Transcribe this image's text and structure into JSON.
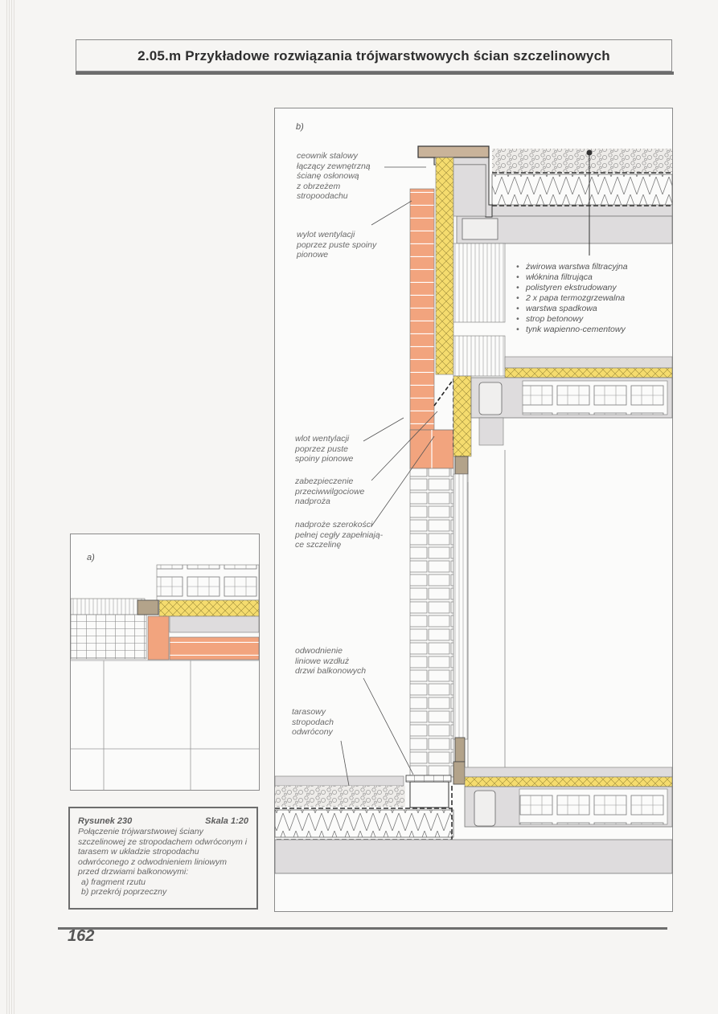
{
  "header": {
    "title": "2.05.m  Przykładowe rozwiązania trójwarstwowych ścian szczelinowych"
  },
  "figure_b": {
    "label": "b)",
    "callouts": [
      "ceownik stalowy\nłączący zewnętrzną\nścianę osłonową\nz obrzeżem\nstropoodachu",
      "wylot wentylacji\npoprzez puste spoiny\npionowe",
      "wlot wentylacji\npoprzez puste\nspoiny pionowe",
      "zabezpieczenie\nprzeciwwilgociowe\nnadproża",
      "nadproże szerokości\npełnej cegły zapełniają-\nce szczelinę",
      "odwodnienie\nliniowe wzdłuż\ndrzwi balkonowych",
      "tarasowy\nstropodach\nodwrócony"
    ],
    "legend": [
      "żwirowa warstwa filtracyjna",
      "włóknina filtrująca",
      "polistyren ekstrudowany",
      "2 x papa termozgrzewalna",
      "warstwa spadkowa",
      "strop betonowy",
      "tynk wapienno-cementowy"
    ]
  },
  "figure_a": {
    "label": "a)"
  },
  "caption": {
    "title": "Rysunek 230",
    "scale": "Skala 1:20",
    "text": "Połączenie trójwarstwowej ściany szczelinowej ze stropodachem odwróconym i tarasem w układzie stropodachu odwróconego z odwodnieniem liniowym przed drzwiami balkonowymi:",
    "items": [
      "a)  fragment rzutu",
      "b)  przekrój poprzeczny"
    ]
  },
  "footer": {
    "page_number": "162"
  },
  "colors": {
    "brick": "#f2a47e",
    "insulation": "#f5dc6e",
    "concrete": "#dedcdd",
    "line": "#555555",
    "membrane": "#3a3a3a"
  }
}
